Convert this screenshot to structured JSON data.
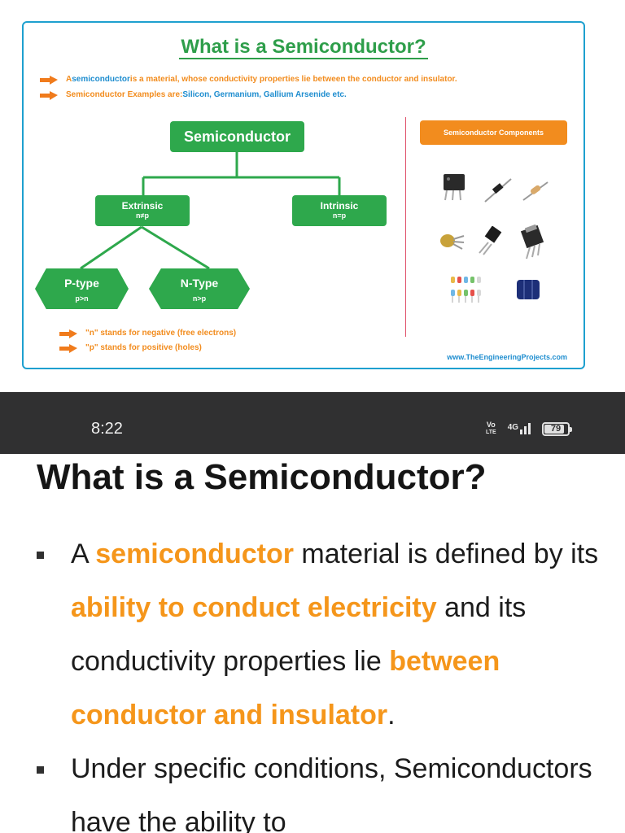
{
  "infographic": {
    "title": "What is a Semiconductor?",
    "line1": {
      "pre": "A ",
      "bold": "semiconductor",
      "post": " is a material, whose conductivity properties lie between the conductor and insulator."
    },
    "line2": {
      "pre": "Semiconductor Examples are: ",
      "examples": "Silicon, Germanium, Gallium Arsenide etc."
    },
    "root": "Semiconductor",
    "extrinsic": {
      "label": "Extrinsic",
      "sub": "n≠p"
    },
    "intrinsic": {
      "label": "Intrinsic",
      "sub": "n=p"
    },
    "ptype": {
      "label": "P-type",
      "sub": "p>n"
    },
    "ntype": {
      "label": "N-Type",
      "sub": "n>p"
    },
    "note1": "\"n\" stands for negative (free electrons)",
    "note2": "\"p\" stands for positive (holes)",
    "components_title": "Semiconductor Components",
    "website": "www.TheEngineeringProjects.com"
  },
  "status_bar": {
    "time": "8:22",
    "volte_top": "Vo",
    "volte_bottom": "LTE",
    "network": "4G",
    "battery": "79",
    "icons": [
      "volte-icon",
      "signal-icon",
      "battery-icon"
    ]
  },
  "article": {
    "title": "What is a Semiconductor?",
    "bullet1": {
      "t1": "A ",
      "h1": "semiconductor",
      "t2": " material is defined by its ",
      "h2": "ability to conduct electricity",
      "t3": " and its conductivity properties lie ",
      "h3": "between conductor and insulator",
      "t4": "."
    },
    "bullet2": "Under specific conditions, Semiconductors have the ability to"
  },
  "colors": {
    "green": "#2ea84c",
    "orange": "#f28c1e",
    "blue": "#1e8dcf",
    "statusbar": "#303031",
    "highlight": "#f5961b"
  }
}
